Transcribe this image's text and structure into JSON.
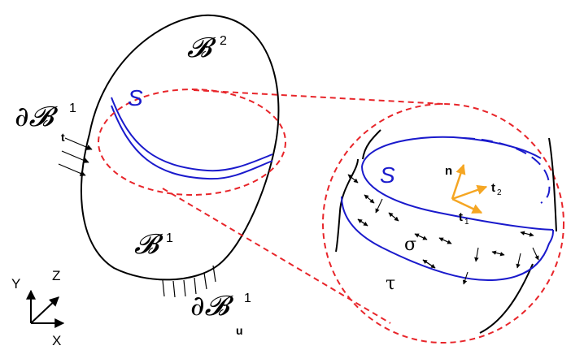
{
  "colors": {
    "outline": "#000000",
    "interface": "#1a1acc",
    "zoom_dash": "#e8252a",
    "basis_vectors": "#f5a623"
  },
  "labels": {
    "b2_main": "𝓑",
    "b2_sup": "2",
    "b1_main": "𝓑",
    "b1_sup": "1",
    "boundary_t_main": "∂𝓑",
    "boundary_t_sup": "1",
    "boundary_u_main": "∂𝓑",
    "boundary_u_sup": "1",
    "boundary_u_sub": "u",
    "traction": "t",
    "interface_left": "S",
    "interface_right": "S",
    "normal": "n",
    "t2_main": "t",
    "t2_sub": "2",
    "t1_main": "t",
    "t1_sub": "1",
    "sigma": "σ",
    "tau": "τ"
  },
  "axes": {
    "y": "Y",
    "z": "Z",
    "x": "X"
  }
}
